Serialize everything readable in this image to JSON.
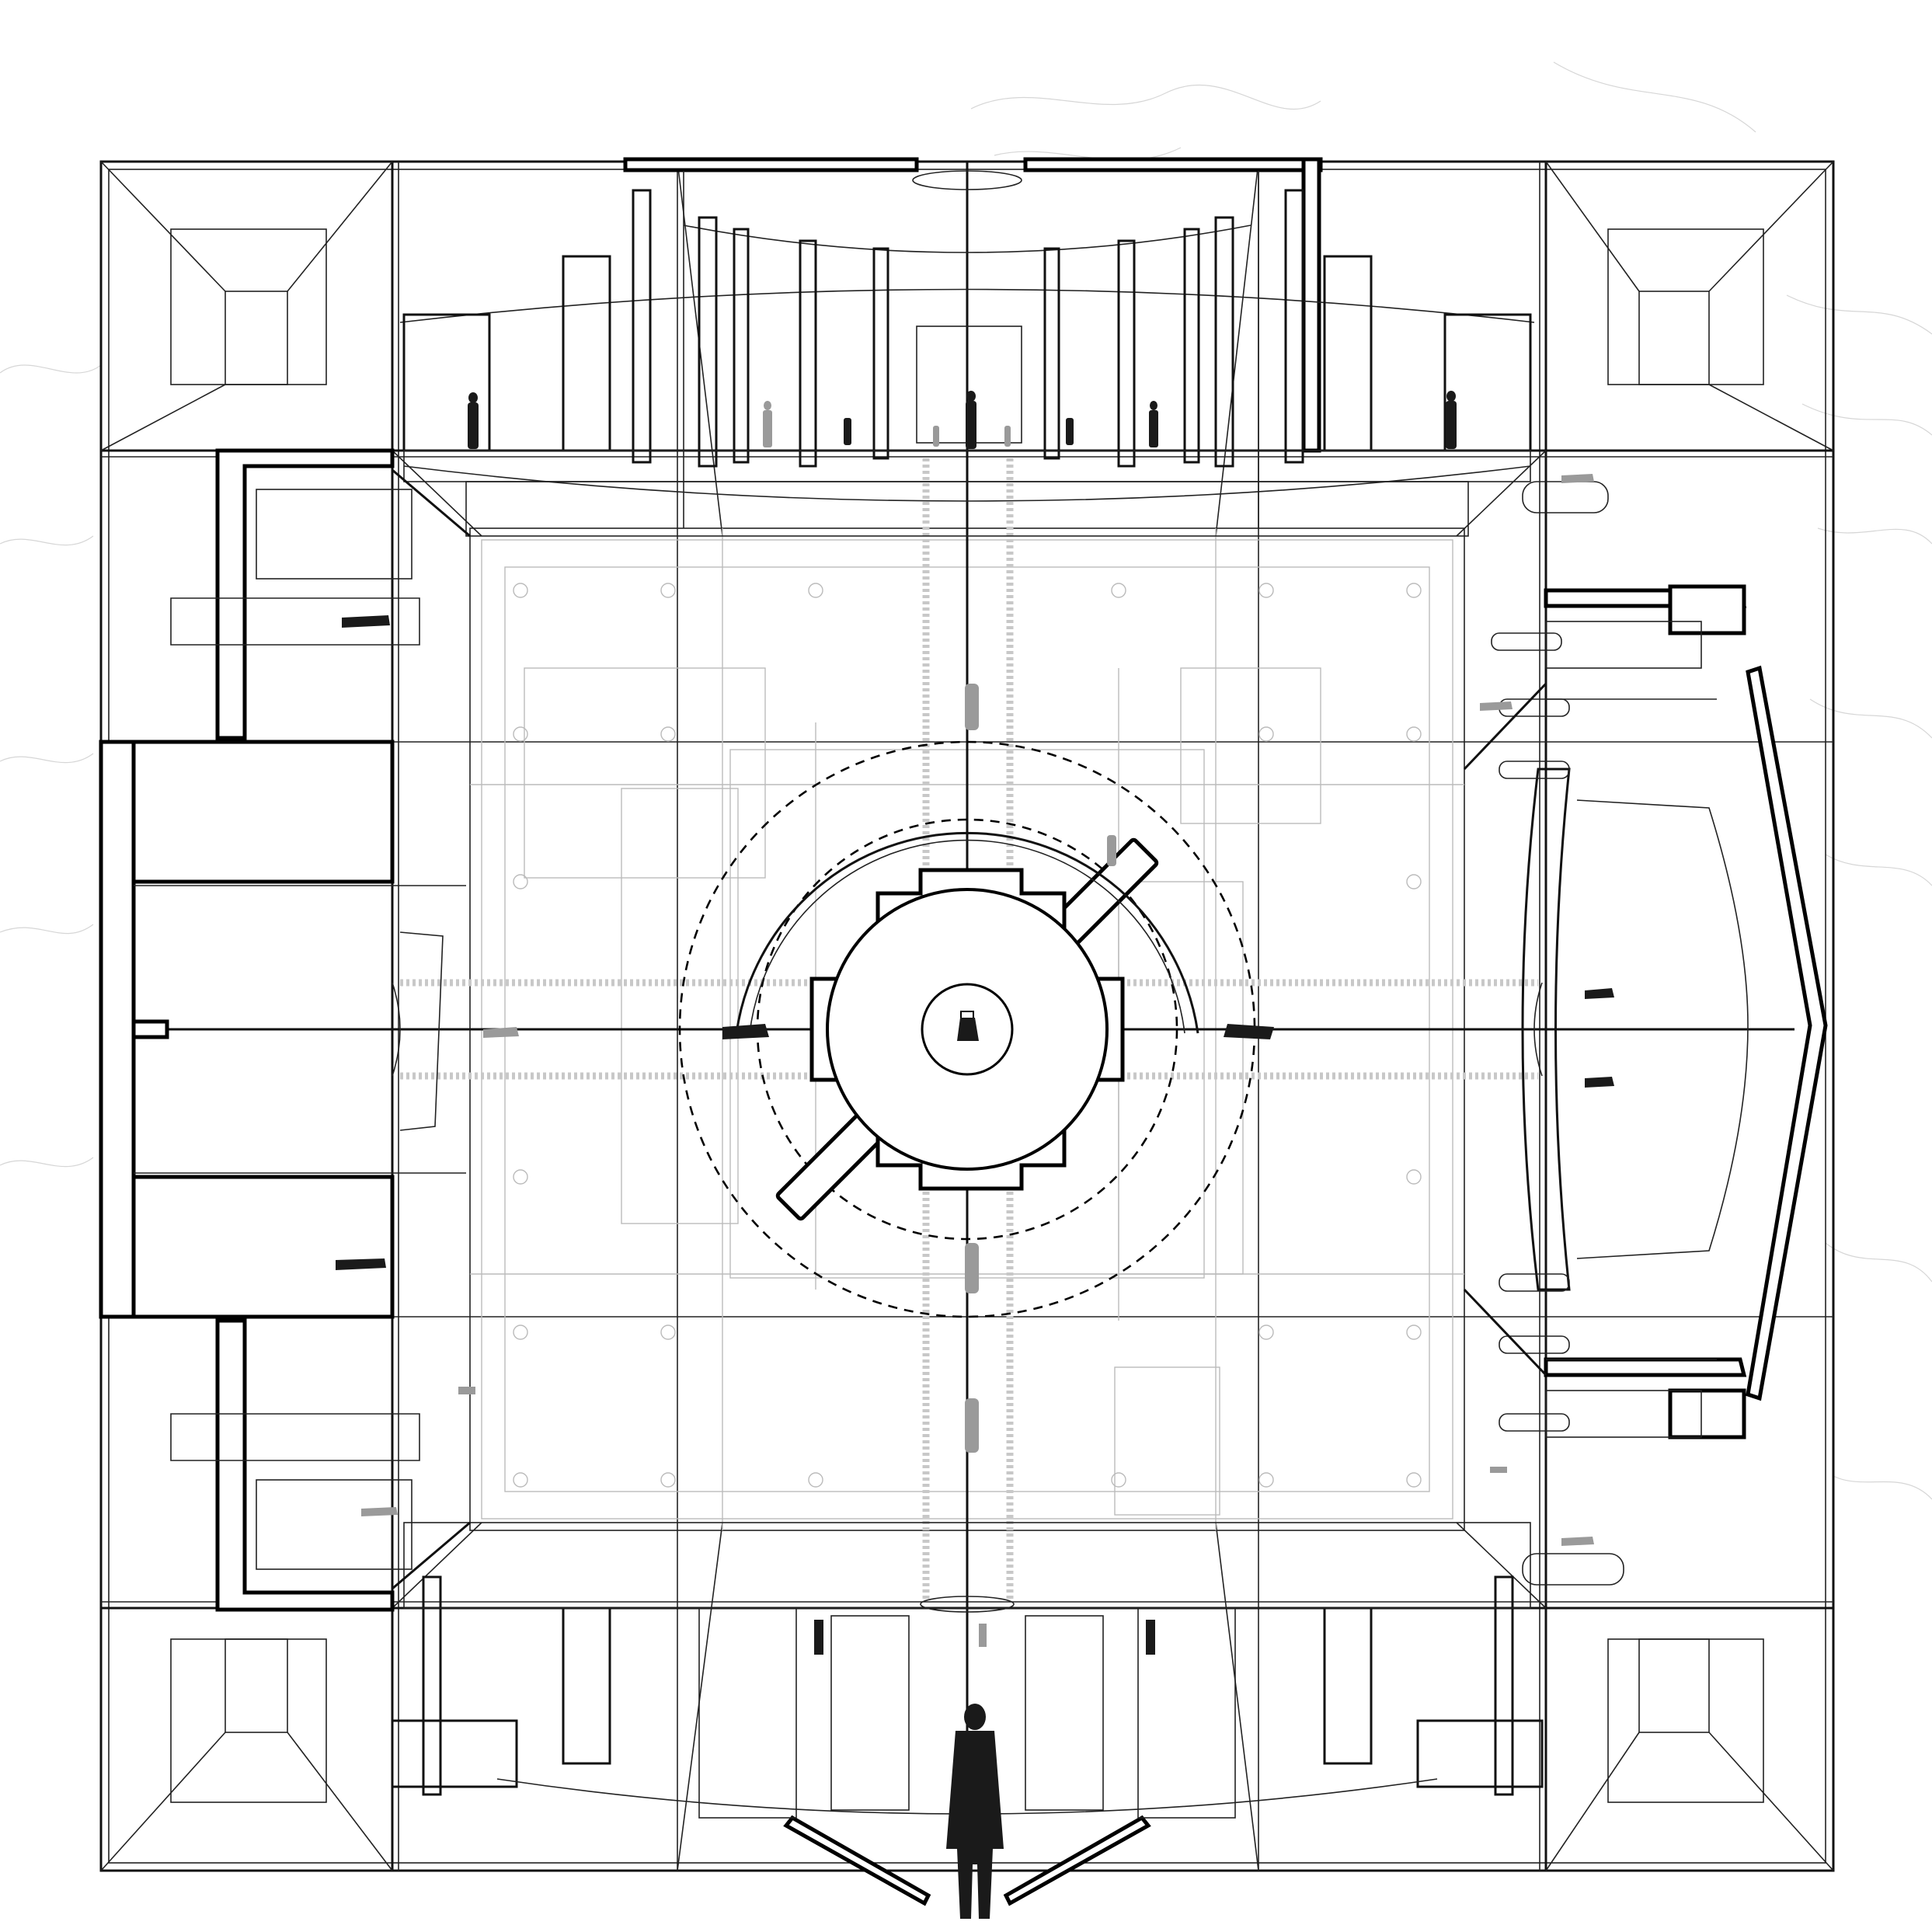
{
  "figure": {
    "kind": "architectural axonometric drawing (top view of a cubic lattice frame with central rotating core)",
    "style": "black line drawing on white",
    "colors": {
      "line": "#000000",
      "secondary_line": "#bbbbbb",
      "background": "#ffffff",
      "figure_fill": "#1a1a1a"
    },
    "elements": [
      "outer-cube-frame",
      "inner-atrium-box",
      "central-core-disc",
      "dashed-rotation-circles",
      "north-wing-colonnade",
      "south-wing-colonnade",
      "west-wing-stair",
      "east-wing-fan",
      "human-figures",
      "background-topography"
    ]
  }
}
